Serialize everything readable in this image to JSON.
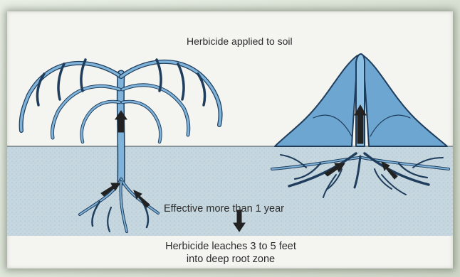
{
  "labels": {
    "top_caption": "Herbicide applied to soil",
    "middle_caption": "Effective more than 1 year",
    "bottom_caption_line1": "Herbicide leaches 3 to 5 feet",
    "bottom_caption_line2": "into deep root zone"
  },
  "colors": {
    "soil": "#bfd3dc",
    "plant_fill": "#7fb3da",
    "plant_outline": "#1f3d5c",
    "arrow": "#222222"
  }
}
